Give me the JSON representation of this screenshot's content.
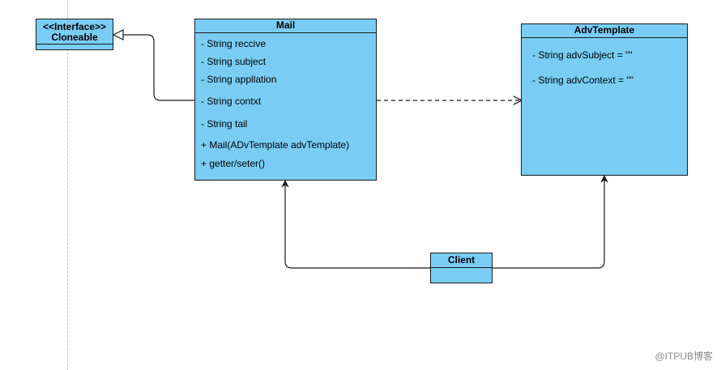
{
  "diagram": {
    "colors": {
      "class_fill": "#79cdf5",
      "border": "#1a1a1a",
      "edge": "#1a1a1a"
    },
    "classes": {
      "cloneable": {
        "stereotype": "<<Interface>>",
        "name": "Cloneable",
        "members": []
      },
      "mail": {
        "name": "Mail",
        "members": [
          "- String reccive",
          "- String subject",
          "- String appllation",
          "- String contxt",
          "- String tail",
          "+ Mail(ADvTemplate advTemplate)",
          "+ getter/seter()"
        ]
      },
      "adv_template": {
        "name": "AdvTemplate",
        "members": [
          "- String advSubject = \"\"",
          "- String advContext = \"\""
        ]
      },
      "client": {
        "name": "Client",
        "members": []
      }
    },
    "relationships": [
      {
        "from": "Mail",
        "to": "Cloneable",
        "kind": "realization"
      },
      {
        "from": "Mail",
        "to": "AdvTemplate",
        "kind": "dependency"
      },
      {
        "from": "Client",
        "to": "Mail",
        "kind": "association"
      },
      {
        "from": "Client",
        "to": "AdvTemplate",
        "kind": "association"
      }
    ]
  },
  "watermark": "@ITPUB博客"
}
